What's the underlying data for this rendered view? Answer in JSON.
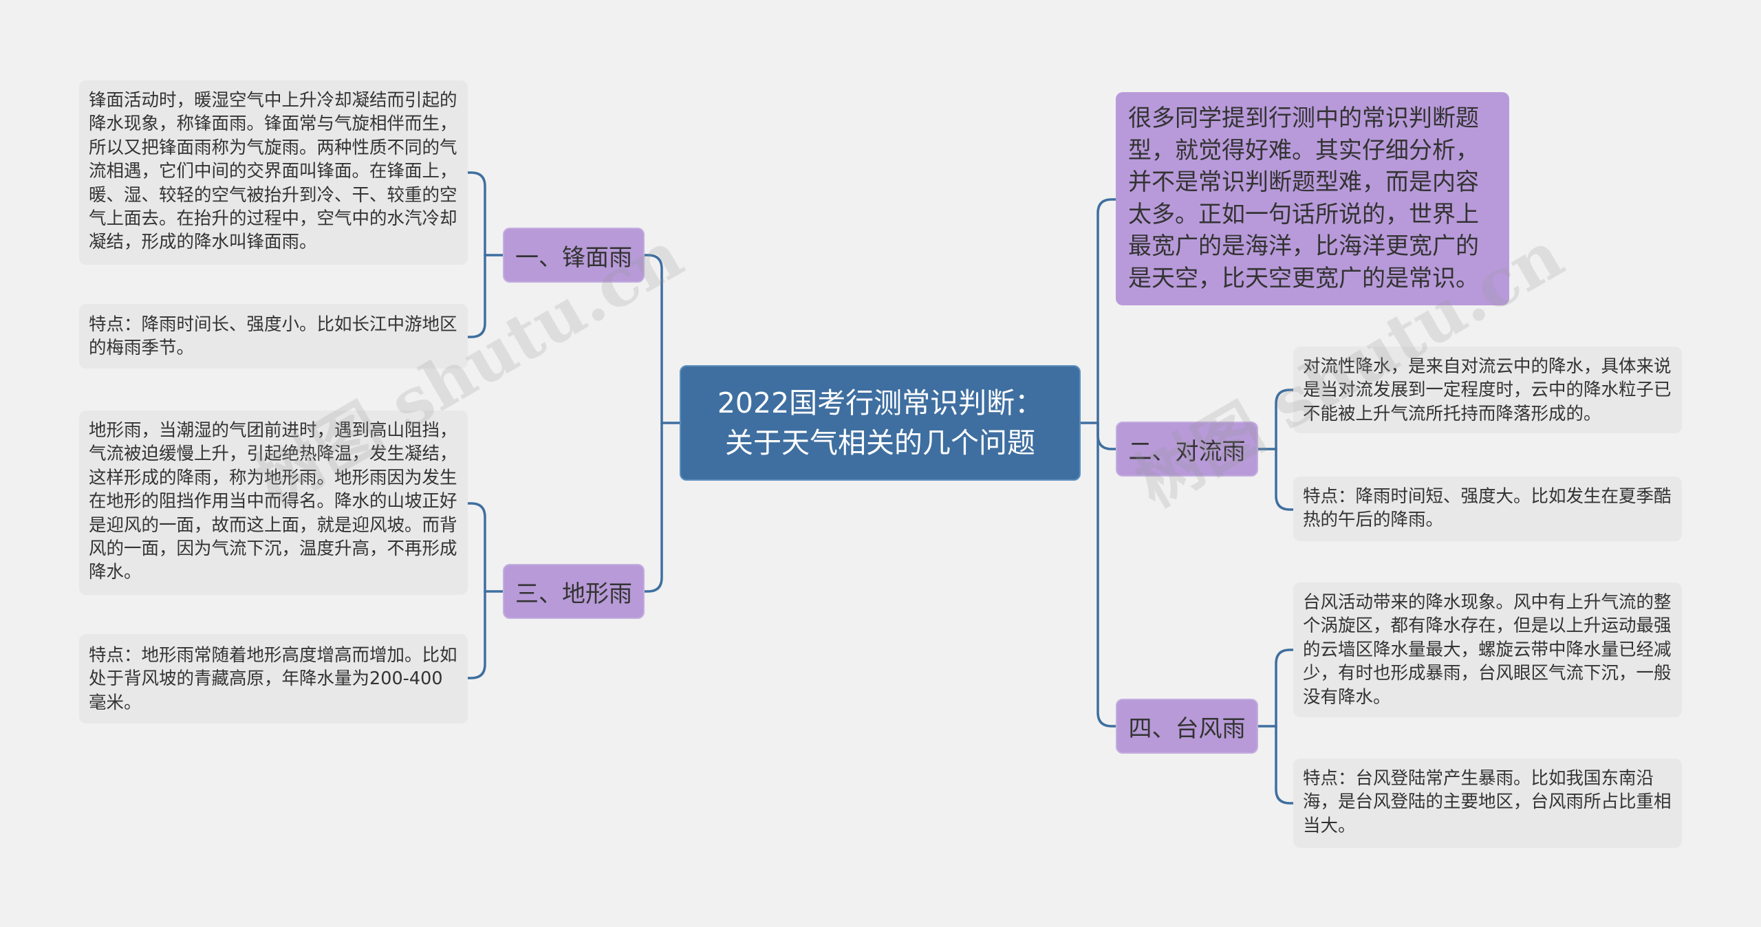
{
  "root": {
    "title_line1": "2022国考行测常识判断：",
    "title_line2": "关于天气相关的几个问题"
  },
  "branches": {
    "b1": {
      "label": "一、锋面雨"
    },
    "b2": {
      "label": "二、对流雨"
    },
    "b3": {
      "label": "三、地形雨"
    },
    "b4": {
      "label": "四、台风雨"
    }
  },
  "note": {
    "text": "很多同学提到行测中的常识判断题型，就觉得好难。其实仔细分析，并不是常识判断题型难，而是内容太多。正如一句话所说的，世界上最宽广的是海洋，比海洋更宽广的是天空，比天空更宽广的是常识。"
  },
  "leaves": {
    "b1_def": "锋面活动时，暖湿空气中上升冷却凝结而引起的降水现象，称锋面雨。锋面常与气旋相伴而生，所以又把锋面雨称为气旋雨。两种性质不同的气流相遇，它们中间的交界面叫锋面。在锋面上，暖、湿、较轻的空气被抬升到冷、干、较重的空气上面去。在抬升的过程中，空气中的水汽冷却凝结，形成的降水叫锋面雨。",
    "b1_feat": "特点：降雨时间长、强度小。比如长江中游地区的梅雨季节。",
    "b3_def": "地形雨，当潮湿的气团前进时，遇到高山阻挡，气流被迫缓慢上升，引起绝热降温，发生凝结，这样形成的降雨，称为地形雨。地形雨因为发生在地形的阻挡作用当中而得名。降水的山坡正好是迎风的一面，故而这上面，就是迎风坡。而背风的一面，因为气流下沉，温度升高，不再形成降水。",
    "b3_feat": "特点：地形雨常随着地形高度增高而增加。比如处于背风坡的青藏高原，年降水量为200-400毫米。",
    "b2_def": "对流性降水，是来自对流云中的降水，具体来说是当对流发展到一定程度时，云中的降水粒子已不能被上升气流所托持而降落形成的。",
    "b2_feat": "特点：降雨时间短、强度大。比如发生在夏季酷热的午后的降雨。",
    "b4_def": "台风活动带来的降水现象。风中有上升气流的整个涡旋区，都有降水存在，但是以上升运动最强的云墙区降水量最大，螺旋云带中降水量已经减少，有时也形成暴雨，台风眼区气流下沉，一般没有降水。",
    "b4_feat": "特点：台风登陆常产生暴雨。比如我国东南沿海，是台风登陆的主要地区，台风雨所占比重相当大。"
  },
  "watermark": "树图 shutu.cn",
  "colors": {
    "background": "#f1f1f1",
    "root": "#3f6fa0",
    "branch": "#b79ad7",
    "leaf": "#e8e8e8",
    "line": "#3f6f9f"
  }
}
